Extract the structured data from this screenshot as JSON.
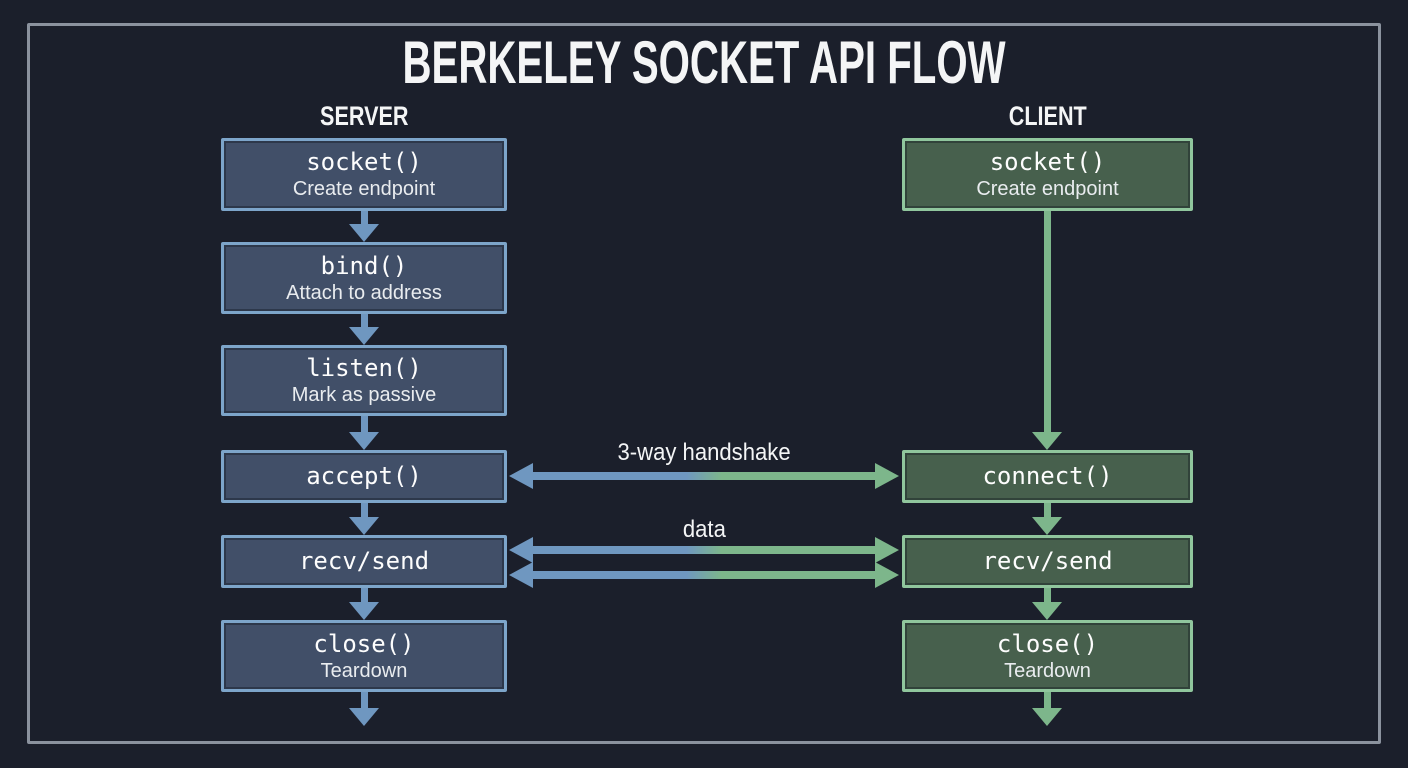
{
  "title": "BERKELEY SOCKET API FLOW",
  "server": {
    "heading": "SERVER",
    "steps": [
      {
        "fn": "socket()",
        "desc": "Create endpoint"
      },
      {
        "fn": "bind()",
        "desc": "Attach to address"
      },
      {
        "fn": "listen()",
        "desc": "Mark as passive"
      },
      {
        "fn": "accept()"
      },
      {
        "fn": "recv/send"
      },
      {
        "fn": "close()",
        "desc": "Teardown"
      }
    ]
  },
  "client": {
    "heading": "CLIENT",
    "steps": [
      {
        "fn": "socket()",
        "desc": "Create endpoint"
      },
      {
        "fn": "connect()"
      },
      {
        "fn": "recv/send"
      },
      {
        "fn": "close()",
        "desc": "Teardown"
      }
    ]
  },
  "connections": [
    {
      "label": "3-way handshake"
    },
    {
      "label": "data"
    }
  ],
  "colors": {
    "background": "#1b1f2b",
    "frame": "#8b929e",
    "text": "#f4f5f6",
    "server_border": "#7da5ca",
    "server_fill": "#414f68",
    "server_arrow": "#6f97c0",
    "client_border": "#90c69d",
    "client_fill": "#47604d",
    "client_arrow": "#7db68b"
  }
}
